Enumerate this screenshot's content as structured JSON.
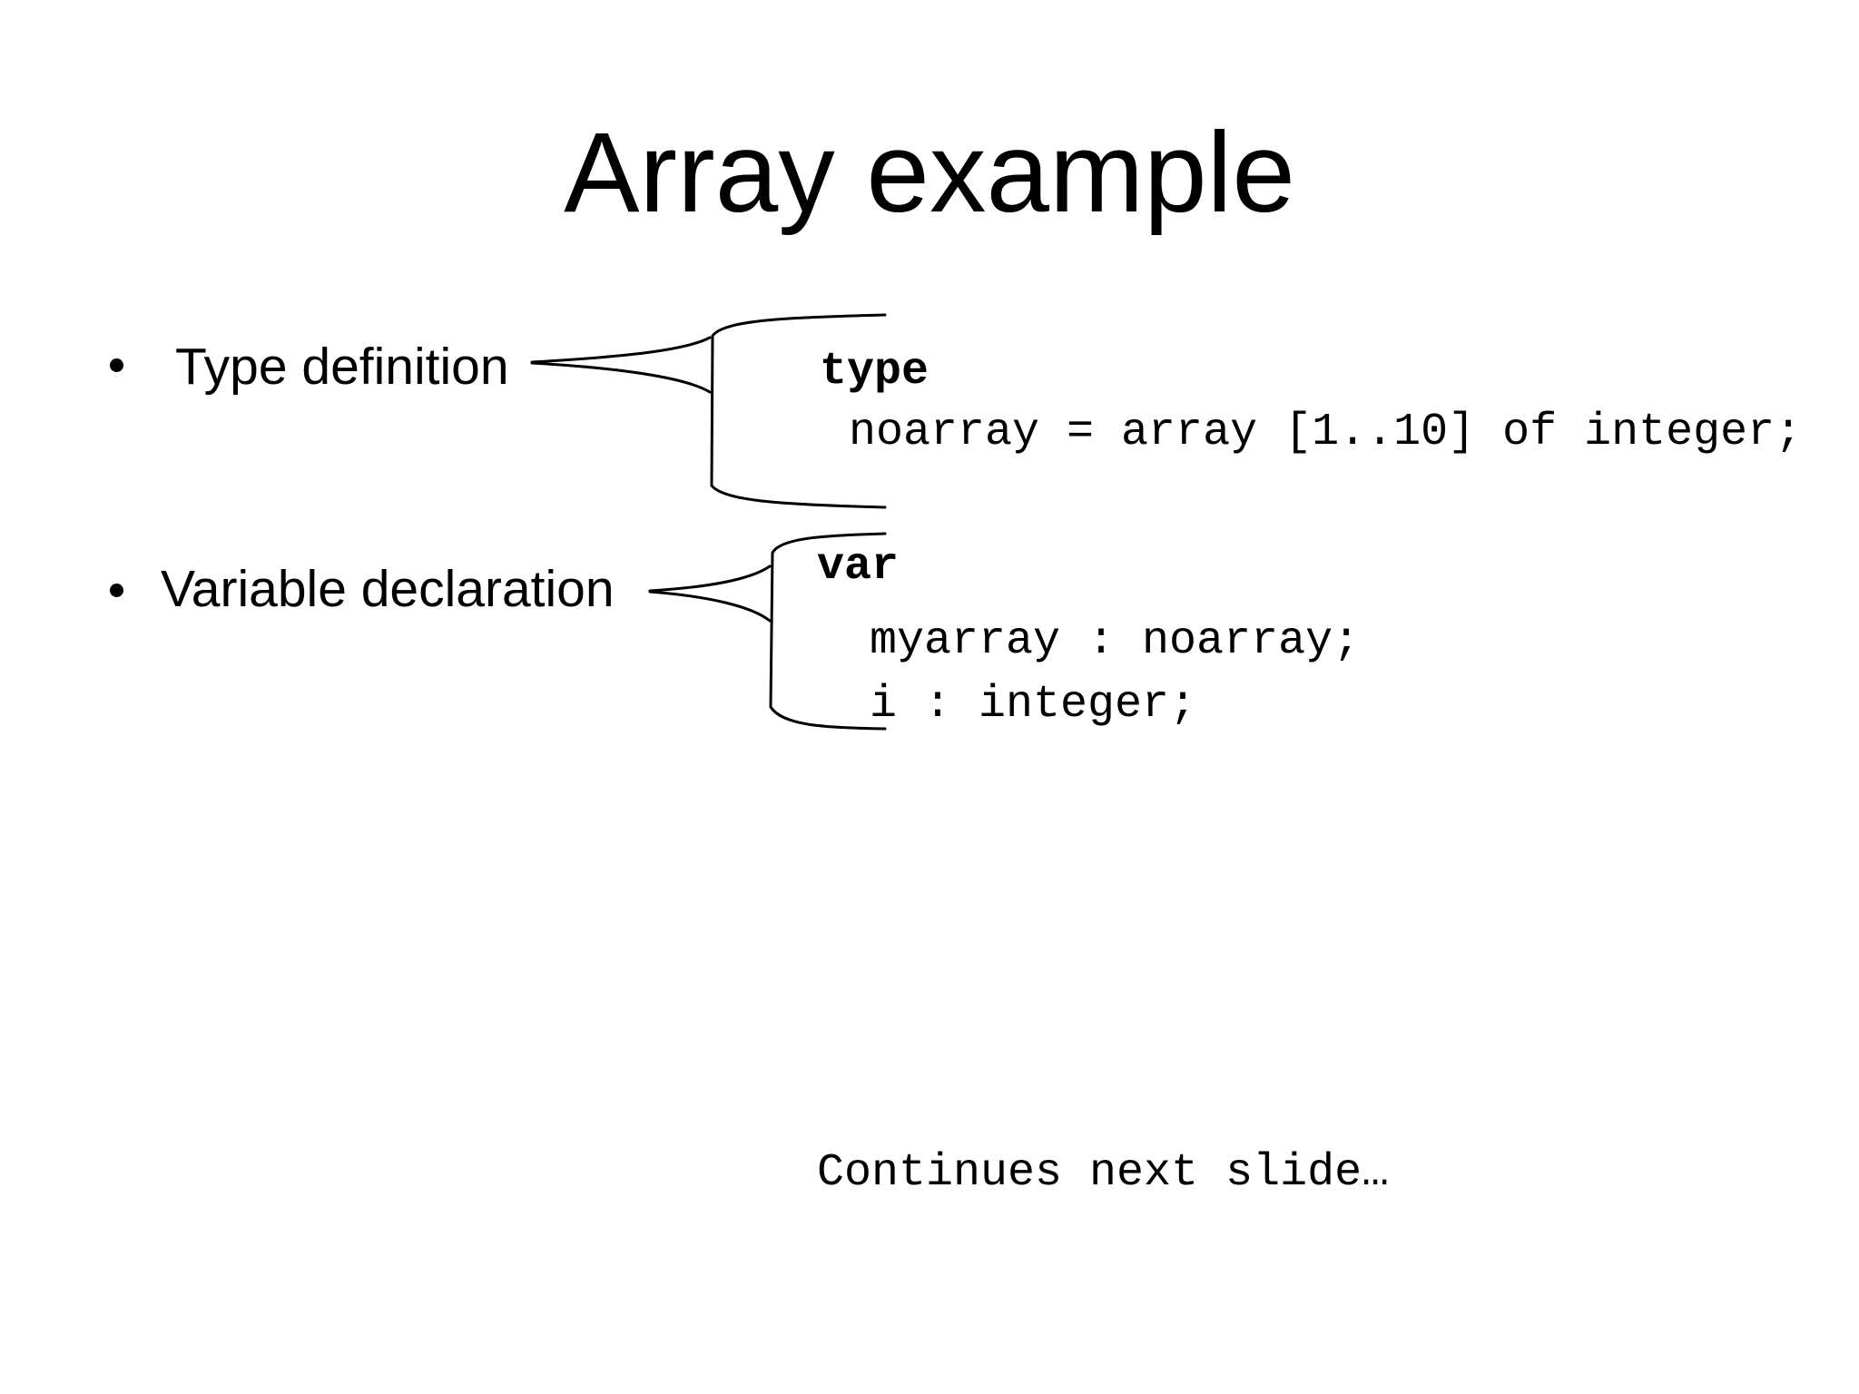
{
  "slide": {
    "title": "Array example",
    "background_color": "#ffffff",
    "text_color": "#000000",
    "bullets": [
      {
        "label": "Type definition",
        "code": {
          "keyword": "type",
          "lines": [
            "noarray = array [1..10] of integer;"
          ]
        }
      },
      {
        "label": "Variable declaration",
        "code": {
          "keyword": "var",
          "lines": [
            "myarray : noarray;",
            "i : integer;"
          ]
        }
      }
    ],
    "footer": "Continues next slide…"
  }
}
